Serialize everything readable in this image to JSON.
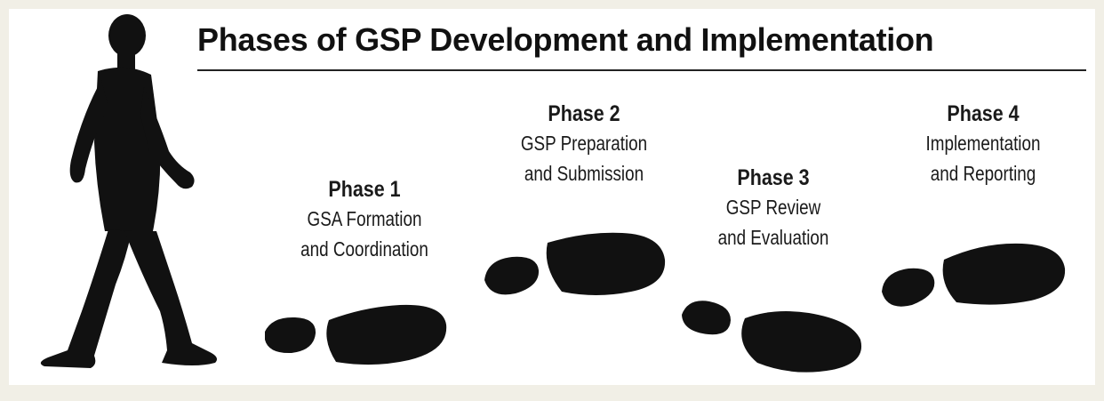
{
  "title": "Phases of GSP Development and Implementation",
  "phases": [
    {
      "label": "Phase 1",
      "line1": "GSA Formation",
      "line2": "and Coordination"
    },
    {
      "label": "Phase 2",
      "line1": "GSP Preparation",
      "line2": "and Submission"
    },
    {
      "label": "Phase 3",
      "line1": "GSP Review",
      "line2": "and Evaluation"
    },
    {
      "label": "Phase 4",
      "line1": "Implementation",
      "line2": "and Reporting"
    }
  ],
  "colors": {
    "ink": "#111111",
    "page": "#ffffff",
    "frame": "#f1efe6"
  },
  "icons": [
    "walking-person-icon",
    "footprint-icon"
  ]
}
